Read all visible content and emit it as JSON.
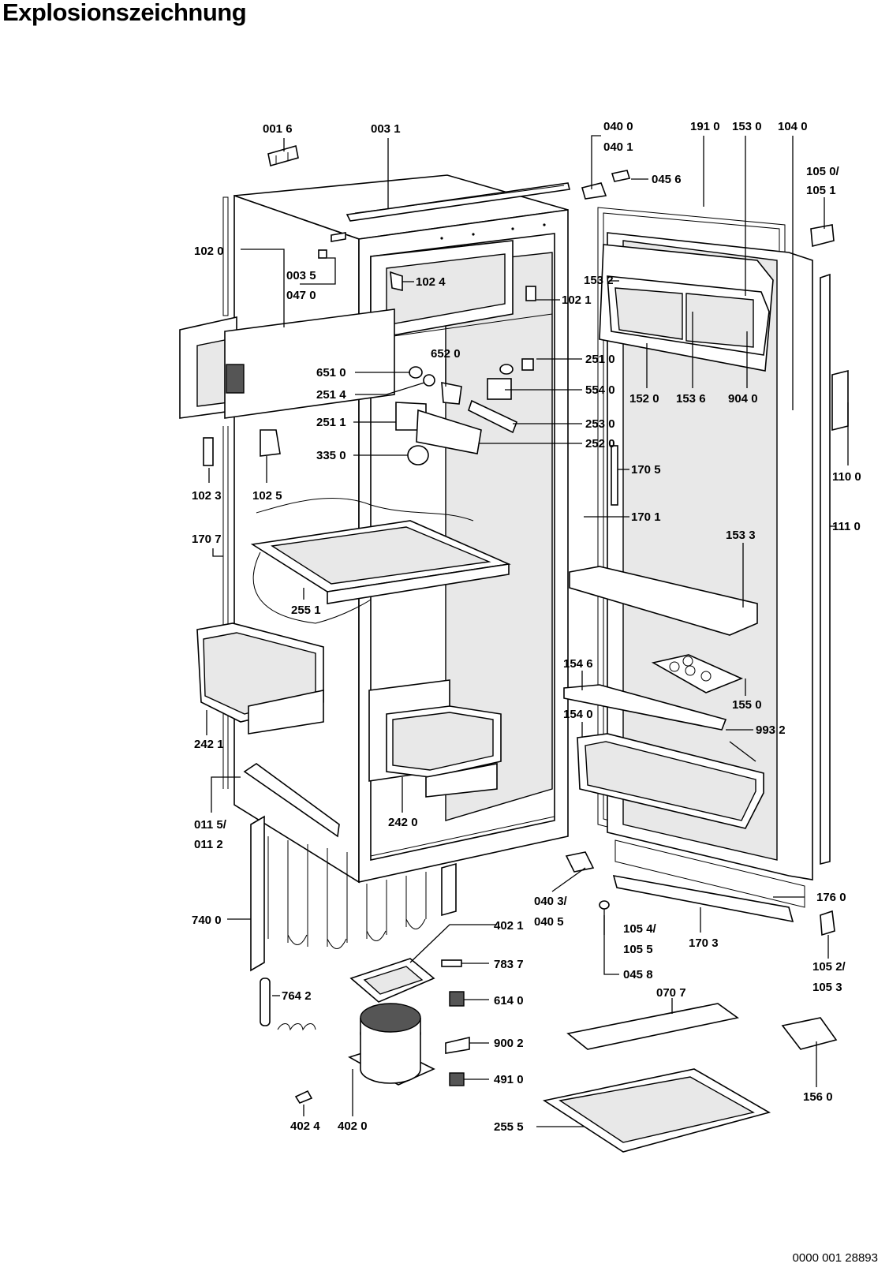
{
  "title": "Explosionszeichnung",
  "document_number": "0000 001 28893",
  "parts": [
    {
      "id": "001-6",
      "lines": [
        "001 6"
      ]
    },
    {
      "id": "003-1",
      "lines": [
        "003 1"
      ]
    },
    {
      "id": "040-0",
      "lines": [
        "040 0",
        "040 1"
      ]
    },
    {
      "id": "045-6",
      "lines": [
        "045 6"
      ]
    },
    {
      "id": "191-0",
      "lines": [
        "191 0"
      ]
    },
    {
      "id": "153-0",
      "lines": [
        "153 0"
      ]
    },
    {
      "id": "104-0",
      "lines": [
        "104 0"
      ]
    },
    {
      "id": "105-0",
      "lines": [
        "105 0/",
        "105 1"
      ]
    },
    {
      "id": "102-0",
      "lines": [
        "102 0"
      ]
    },
    {
      "id": "003-5",
      "lines": [
        "003 5",
        "047 0"
      ]
    },
    {
      "id": "102-4",
      "lines": [
        "102 4"
      ]
    },
    {
      "id": "153-2",
      "lines": [
        "153 2"
      ]
    },
    {
      "id": "102-1",
      "lines": [
        "102 1"
      ]
    },
    {
      "id": "652-0",
      "lines": [
        "652 0"
      ]
    },
    {
      "id": "251-0",
      "lines": [
        "251 0"
      ]
    },
    {
      "id": "651-0",
      "lines": [
        "651 0"
      ]
    },
    {
      "id": "554-0",
      "lines": [
        "554 0"
      ]
    },
    {
      "id": "251-4",
      "lines": [
        "251 4"
      ]
    },
    {
      "id": "152-0",
      "lines": [
        "152 0"
      ]
    },
    {
      "id": "153-6",
      "lines": [
        "153 6"
      ]
    },
    {
      "id": "904-0",
      "lines": [
        "904 0"
      ]
    },
    {
      "id": "251-1",
      "lines": [
        "251 1"
      ]
    },
    {
      "id": "253-0",
      "lines": [
        "253 0"
      ]
    },
    {
      "id": "252-0",
      "lines": [
        "252 0"
      ]
    },
    {
      "id": "335-0",
      "lines": [
        "335 0"
      ]
    },
    {
      "id": "170-5",
      "lines": [
        "170 5"
      ]
    },
    {
      "id": "110-0",
      "lines": [
        "110 0"
      ]
    },
    {
      "id": "102-3",
      "lines": [
        "102 3"
      ]
    },
    {
      "id": "102-5",
      "lines": [
        "102 5"
      ]
    },
    {
      "id": "170-1",
      "lines": [
        "170 1"
      ]
    },
    {
      "id": "111-0",
      "lines": [
        "111 0"
      ]
    },
    {
      "id": "170-7",
      "lines": [
        "170 7"
      ]
    },
    {
      "id": "153-3",
      "lines": [
        "153 3"
      ]
    },
    {
      "id": "255-1",
      "lines": [
        "255 1"
      ]
    },
    {
      "id": "154-6",
      "lines": [
        "154 6"
      ]
    },
    {
      "id": "155-0",
      "lines": [
        "155 0"
      ]
    },
    {
      "id": "154-0",
      "lines": [
        "154 0"
      ]
    },
    {
      "id": "993-2",
      "lines": [
        "993 2"
      ]
    },
    {
      "id": "242-1",
      "lines": [
        "242 1"
      ]
    },
    {
      "id": "011-5",
      "lines": [
        "011 5/",
        "011 2"
      ]
    },
    {
      "id": "242-0",
      "lines": [
        "242 0"
      ]
    },
    {
      "id": "040-3",
      "lines": [
        "040 3/",
        "040 5"
      ]
    },
    {
      "id": "176-0",
      "lines": [
        "176 0"
      ]
    },
    {
      "id": "740-0",
      "lines": [
        "740 0"
      ]
    },
    {
      "id": "402-1",
      "lines": [
        "402 1"
      ]
    },
    {
      "id": "105-4",
      "lines": [
        "105 4/",
        "105 5"
      ]
    },
    {
      "id": "170-3",
      "lines": [
        "170 3"
      ]
    },
    {
      "id": "105-2",
      "lines": [
        "105 2/",
        "105 3"
      ]
    },
    {
      "id": "783-7",
      "lines": [
        "783 7"
      ]
    },
    {
      "id": "045-8",
      "lines": [
        "045 8"
      ]
    },
    {
      "id": "764-2",
      "lines": [
        "764 2"
      ]
    },
    {
      "id": "614-0",
      "lines": [
        "614 0"
      ]
    },
    {
      "id": "070-7",
      "lines": [
        "070 7"
      ]
    },
    {
      "id": "900-2",
      "lines": [
        "900 2"
      ]
    },
    {
      "id": "491-0",
      "lines": [
        "491 0"
      ]
    },
    {
      "id": "156-0",
      "lines": [
        "156 0"
      ]
    },
    {
      "id": "402-4",
      "lines": [
        "402 4"
      ]
    },
    {
      "id": "402-0",
      "lines": [
        "402 0"
      ]
    },
    {
      "id": "255-5",
      "lines": [
        "255 5"
      ]
    }
  ]
}
